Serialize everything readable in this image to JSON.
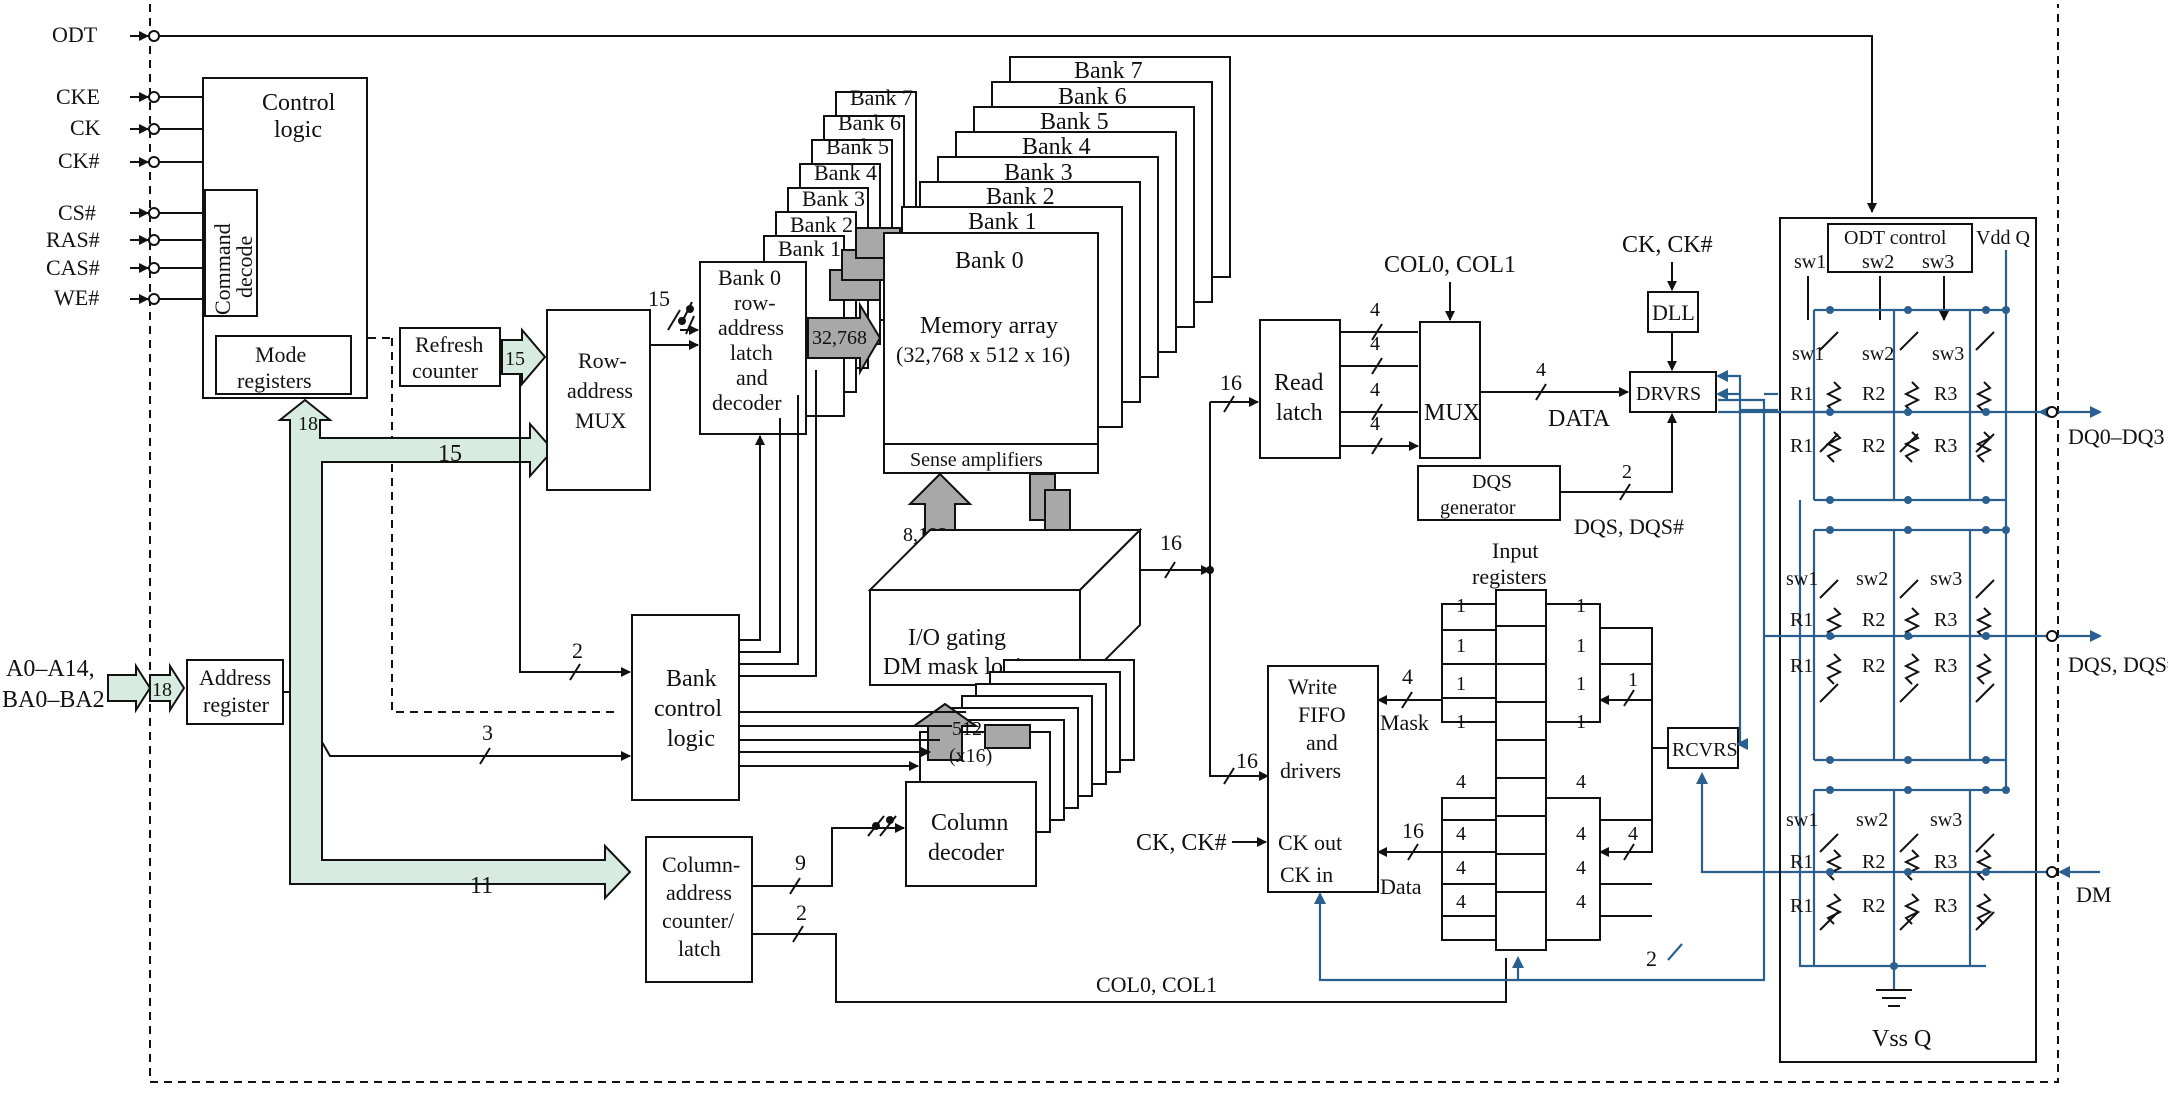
{
  "pins_left": [
    "ODT",
    "CKE",
    "CK",
    "CK#",
    "CS#",
    "RAS#",
    "CAS#",
    "WE#"
  ],
  "address_pins": [
    "A0–A14,",
    "BA0–BA2"
  ],
  "blocks": {
    "control_logic": [
      "Control",
      "logic"
    ],
    "command_decode": [
      "Command",
      "decode"
    ],
    "mode_registers": [
      "Mode",
      "registers"
    ],
    "refresh_counter": [
      "Refresh",
      "counter"
    ],
    "row_address_mux": [
      "Row-",
      "address",
      "MUX"
    ],
    "bank0_latch": [
      "Bank 0",
      "row-",
      "address",
      "latch",
      "and",
      "decoder"
    ],
    "bank_labels_small": [
      "Bank 7",
      "Bank 6",
      "Bank 5",
      "Bank 4",
      "Bank 3",
      "Bank 2",
      "Bank 1"
    ],
    "bank_labels_large": [
      "Bank 7",
      "Bank 6",
      "Bank 5",
      "Bank 4",
      "Bank 3",
      "Bank 2",
      "Bank 1"
    ],
    "bank0": "Bank 0",
    "memory_array": [
      "Memory array",
      "(32,768 x 512 x 16)"
    ],
    "sense_amplifiers": "Sense amplifiers",
    "io_gating": [
      "I/O gating",
      "DM mask logic"
    ],
    "bank_control": [
      "Bank",
      "control",
      "logic"
    ],
    "address_register": [
      "Address",
      "register"
    ],
    "column_counter": [
      "Column-",
      "address",
      "counter/",
      "latch"
    ],
    "column_decoder": [
      "Column",
      "decoder"
    ],
    "read_latch": [
      "Read",
      "latch"
    ],
    "mux": "MUX",
    "drvrs": "DRVRS",
    "dll": "DLL",
    "dqs_generator": [
      "DQS",
      "generator"
    ],
    "input_registers": [
      "Input",
      "registers"
    ],
    "write_fifo": [
      "Write",
      "FIFO",
      "and",
      "drivers"
    ],
    "ck_out": "CK out",
    "ck_in": "CK in",
    "rcvrs": "RCVRS",
    "odt_control": "ODT control",
    "vddq": "Vdd Q",
    "vssq": "Vss Q"
  },
  "labels": {
    "n15a": "15",
    "n15b": "15",
    "n15c": "15",
    "n18a": "18",
    "n18b": "18",
    "n32768": "32,768",
    "n8192": "8,192",
    "n512": "512",
    "x16": "(x16)",
    "n2": "2",
    "n3": "3",
    "n9": "9",
    "n2b": "2",
    "n11": "11",
    "n16a": "16",
    "n16b": "16",
    "n16c": "16",
    "n16d": "16",
    "n4": "4",
    "n4b": "4",
    "n4c": "4",
    "n2c": "2",
    "n2d": "2",
    "n1": "1",
    "n4d": "4",
    "col01_top": "COL0, COL1",
    "col01_bottom": "COL0, COL1",
    "ck_ck_top": "CK, CK#",
    "ck_ck_left": "CK, CK#",
    "data": "DATA",
    "dqs_dqs": "DQS, DQS#",
    "mask": "Mask",
    "data2": "Data",
    "dq_out": "DQ0–DQ3",
    "dqs_out": "DQS, DQS#",
    "dm_out": "DM",
    "sw": [
      "sw1",
      "sw2",
      "sw3"
    ],
    "r": [
      "R1",
      "R2",
      "R3"
    ]
  }
}
